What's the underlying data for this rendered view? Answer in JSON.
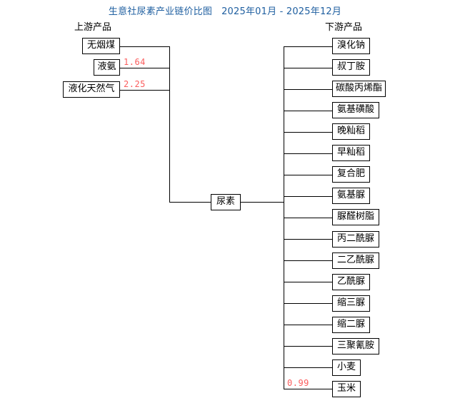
{
  "chart_data": {
    "type": "diagram",
    "title": "生意社尿素产业链价比图   2025年01月 - 2025年12月",
    "center": "尿素",
    "upstream_header": "上游产品",
    "downstream_header": "下游产品",
    "upstream": [
      {
        "label": "无烟煤",
        "value": ""
      },
      {
        "label": "液氨",
        "value": "1.64"
      },
      {
        "label": "液化天然气",
        "value": "2.25"
      }
    ],
    "downstream": [
      {
        "label": "溴化钠",
        "value": ""
      },
      {
        "label": "叔丁胺",
        "value": ""
      },
      {
        "label": "碳酸丙烯酯",
        "value": ""
      },
      {
        "label": "氨基磺酸",
        "value": ""
      },
      {
        "label": "晚籼稻",
        "value": ""
      },
      {
        "label": "早籼稻",
        "value": ""
      },
      {
        "label": "复合肥",
        "value": ""
      },
      {
        "label": "氨基脲",
        "value": ""
      },
      {
        "label": "脲醛树脂",
        "value": ""
      },
      {
        "label": "丙二酰脲",
        "value": ""
      },
      {
        "label": "二乙酰脲",
        "value": ""
      },
      {
        "label": "乙酰脲",
        "value": ""
      },
      {
        "label": "缩三脲",
        "value": ""
      },
      {
        "label": "缩二脲",
        "value": ""
      },
      {
        "label": "三聚氰胺",
        "value": ""
      },
      {
        "label": "小麦",
        "value": ""
      },
      {
        "label": "玉米",
        "value": "0.99"
      }
    ],
    "colors": {
      "title": "#1f5fa0",
      "value": "#fb5d5d",
      "line": "#000000",
      "box_border": "#000000",
      "background": "#ffffff"
    }
  }
}
